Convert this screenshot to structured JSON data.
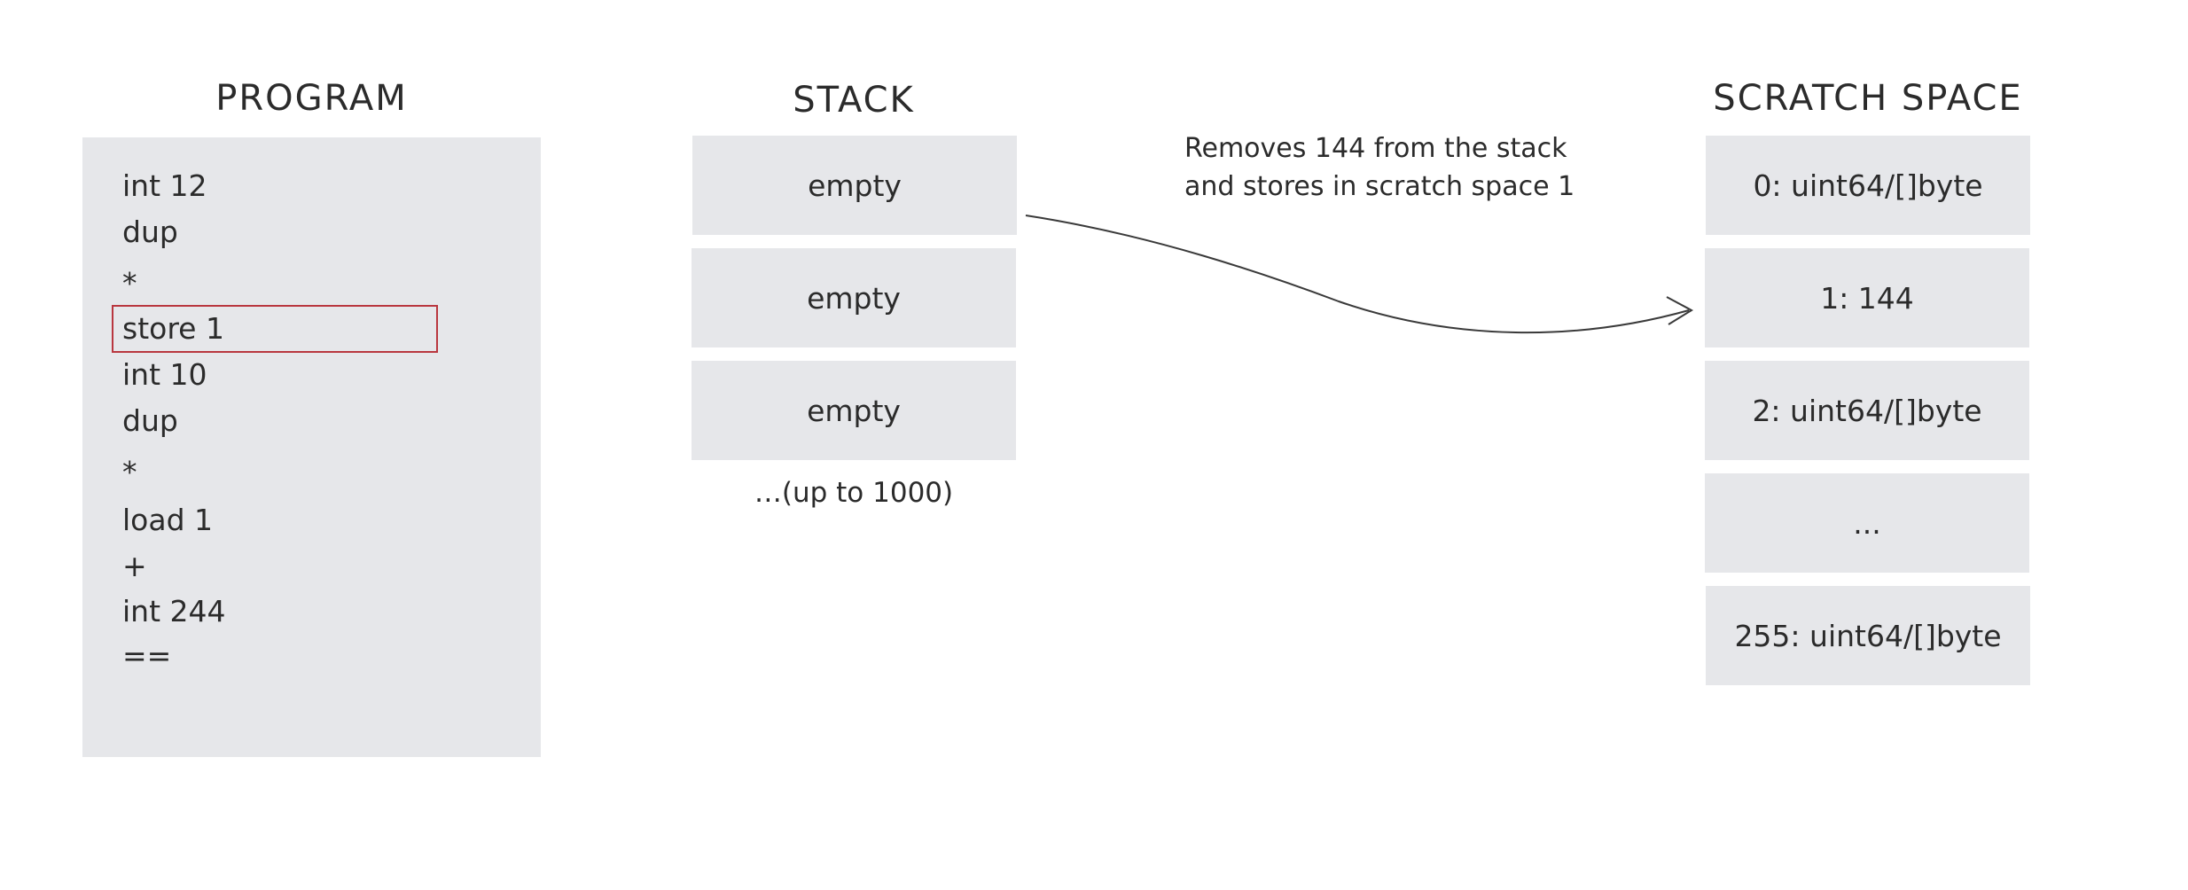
{
  "program": {
    "title": "PROGRAM",
    "instructions": [
      "int 12",
      "dup",
      "*",
      "store 1",
      "int 10",
      "dup",
      "*",
      "load 1",
      "+",
      "int 244",
      "=="
    ],
    "highlighted_index": 3
  },
  "stack": {
    "title": "STACK",
    "cells": [
      "empty",
      "empty",
      "empty"
    ],
    "footer": "…(up to 1000)"
  },
  "annotation": {
    "line1": "Removes 144 from the stack",
    "line2": "and stores in scratch space 1"
  },
  "scratch": {
    "title": "SCRATCH SPACE",
    "cells": [
      "0: uint64/[]byte",
      "1: 144",
      "2: uint64/[]byte",
      "...",
      "255: uint64/[]byte"
    ]
  },
  "colors": {
    "panel": "#e6e7ea",
    "highlight": "#b9373f",
    "text": "#2b2b2b"
  }
}
